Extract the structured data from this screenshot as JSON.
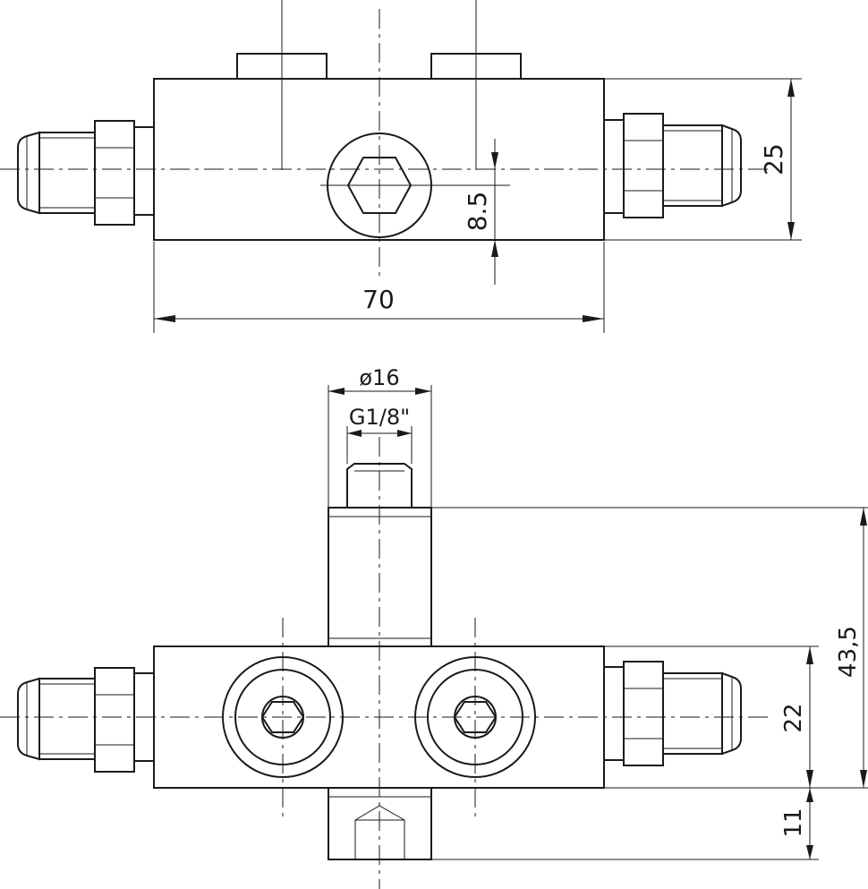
{
  "drawing": {
    "line_color": "#1a1a1a",
    "background": "#ffffff",
    "dimensions": {
      "width_top": "70",
      "height_top": "25",
      "offset_top": "8.5",
      "port_diameter": "ø16",
      "thread_size": "G1/8\"",
      "overall_height": "43,5",
      "body_height": "22",
      "bottom_height": "11"
    }
  }
}
